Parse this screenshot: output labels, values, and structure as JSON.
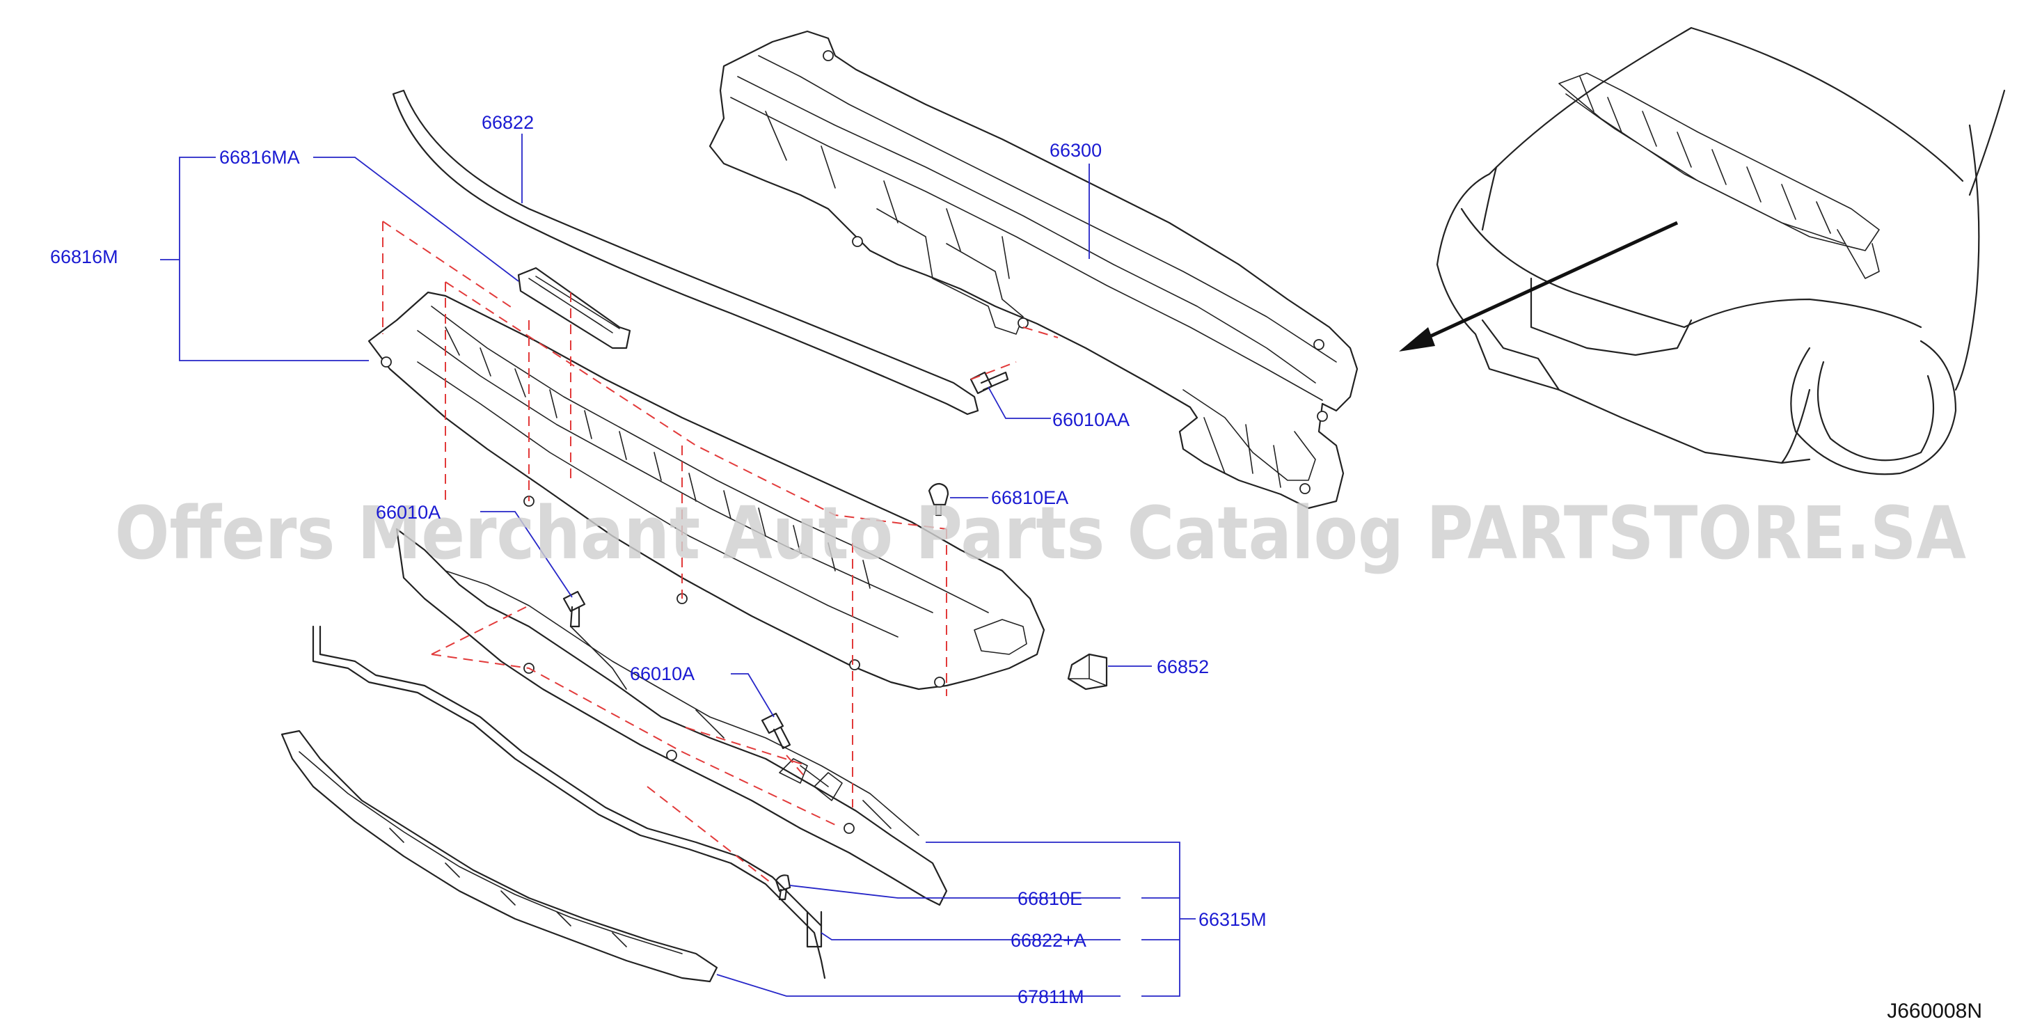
{
  "diagram": {
    "watermark": "Offers Merchant Auto Parts Catalog PARTSTORE.SA",
    "diagram_code": "J660008N",
    "colors": {
      "label": "#1a1ad2",
      "leader": "#2626c8",
      "dashed_guide": "#e23a3a",
      "outline": "#222222",
      "watermark": "#d0d0d0"
    },
    "labels": {
      "p66822": "66822",
      "p66300": "66300",
      "p66816MA": "66816MA",
      "p66816M": "66816M",
      "p66010AA": "66010AA",
      "p66810EA": "66810EA",
      "p66010A_upper": "66010A",
      "p66010A_lower": "66010A",
      "p66852": "66852",
      "p66810E": "66810E",
      "p66822A": "66822+A",
      "p67811M": "67811M",
      "p66315M": "66315M"
    }
  }
}
